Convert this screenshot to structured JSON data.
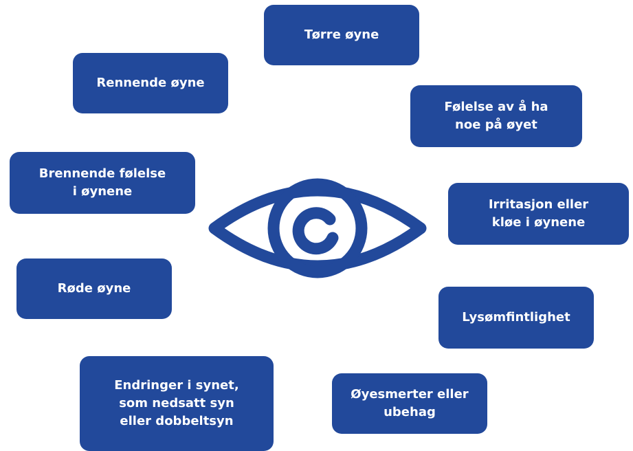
{
  "colors": {
    "box_fill": "#22499b",
    "eye_stroke": "#22499b",
    "text": "#ffffff",
    "background": "#ffffff"
  },
  "center_icon": "eye-icon",
  "symptoms": [
    "Tørre øyne",
    "Rennende øyne",
    "Følelse av å ha\nnoe på øyet",
    "Brennende følelse\ni øynene",
    "Irritasjon eller\nkløe i øynene",
    "Røde øyne",
    "Lysømfintlighet",
    "Endringer i synet,\nsom nedsatt syn\neller dobbeltsyn",
    "Øyesmerter eller\nubehag"
  ]
}
